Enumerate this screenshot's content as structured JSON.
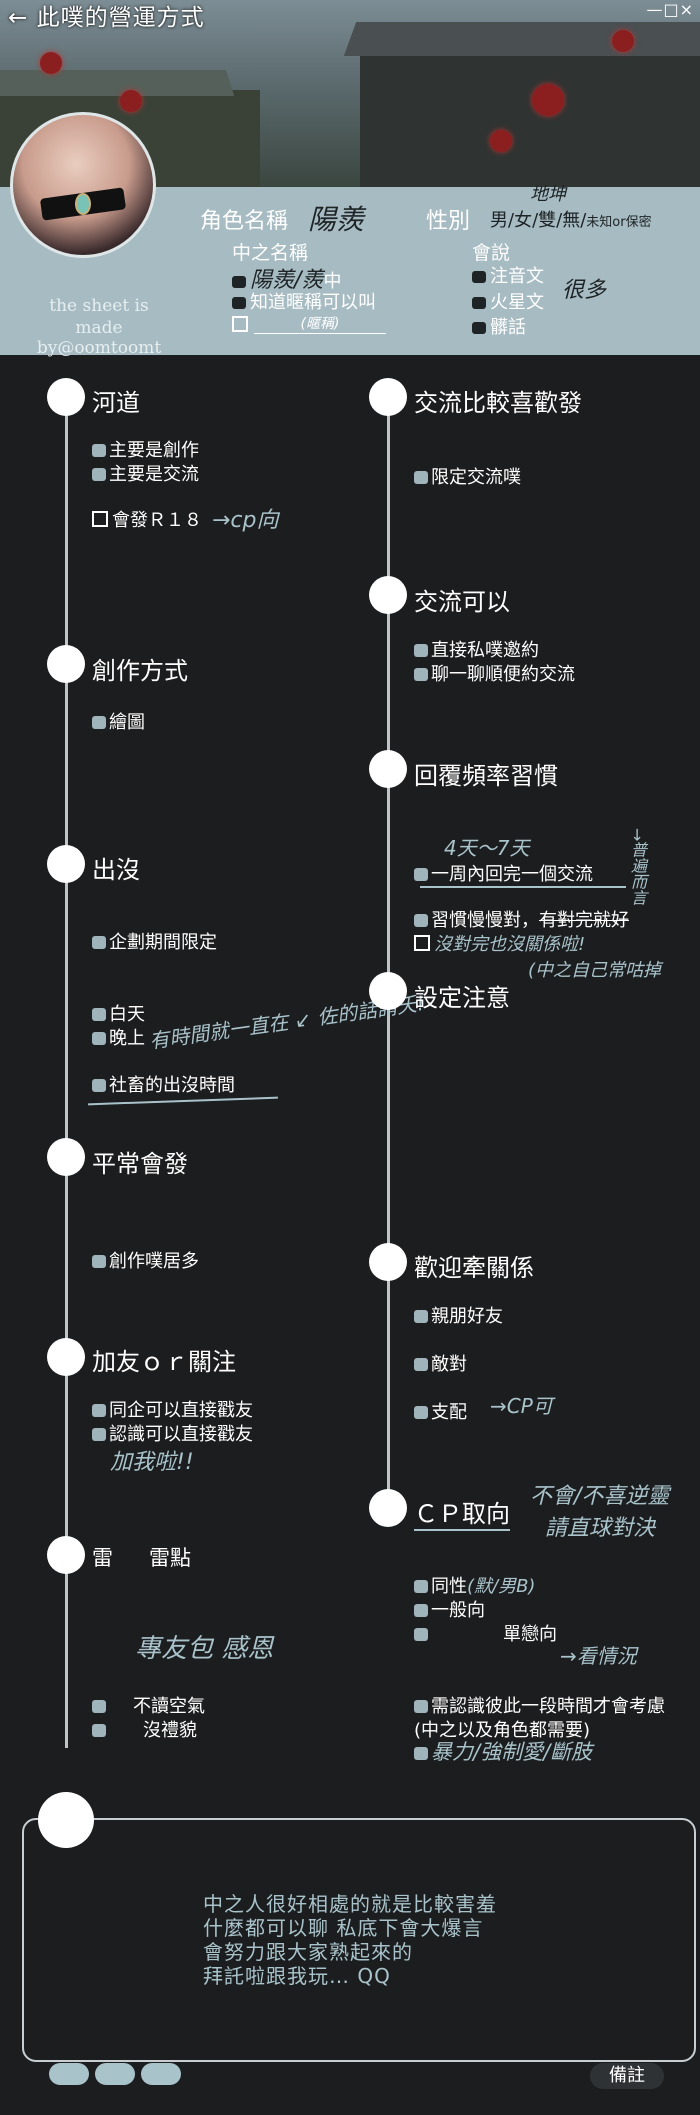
{
  "window": {
    "back_glyph": "←",
    "title": "此噗的營運方式",
    "controls": "—□×"
  },
  "profile": {
    "credit_line1": "the sheet is",
    "credit_line2": "made by@oomtoomt",
    "role_label": "角色名稱",
    "role_name_hand": "陽羨",
    "gender_label": "性別",
    "gender_options": "男/女/雙/無/",
    "gender_small": "未知or保密",
    "gender_hand": "地坤",
    "nick_label": "中之名稱",
    "nick_1_a": "陽羨/",
    "nick_1_b": "羨",
    "nick_1_c": "中",
    "nick_2": "知道暱稱可以叫",
    "nick_3_small": "(暱稱)",
    "lang_label": "會說",
    "lang_1": "注音文",
    "lang_2": "火星文",
    "lang_3": "髒話",
    "lang_hand": "很多"
  },
  "left": {
    "s1_title": "河道",
    "s1_i1": "主要是創作",
    "s1_i2": "主要是交流",
    "s1_i3": "會發Ｒ１８",
    "s1_note": "→cp向",
    "s2_title": "創作方式",
    "s2_i1": "繪圖",
    "s3_title": "出沒",
    "s3_i1": "企劃期間限定",
    "s3_i2": "白天",
    "s3_i3": "晚上",
    "s3_i4": "社畜的出沒時間",
    "s3_note": "有時間就一直在 ↙ 佐的話請夭!",
    "s4_title": "平常會發",
    "s4_i1": "創作噗居多",
    "s5_title": "加友ｏｒ關注",
    "s5_i1": "同企可以直接戳友",
    "s5_i2": "認識可以直接戳友",
    "s5_note": "加我啦!!",
    "s6_title_a": "雷",
    "s6_title_b": "雷點",
    "s6_note": "專友包 感恩",
    "s6_i1": "不讀空氣",
    "s6_i2": "沒禮貌"
  },
  "right": {
    "r1_title": "交流比較喜歡發",
    "r1_i1": "限定交流噗",
    "r2_title": "交流可以",
    "r2_i1": "直接私噗邀約",
    "r2_i2": "聊一聊順便約交流",
    "r3_title": "回覆頻率習慣",
    "r3_note1": "4天〜7天",
    "r3_note2": "→普遍而言",
    "r3_i1": "一周內回完一個交流",
    "r3_i2a": "習慣慢慢對，",
    "r3_i2b": "有對完就好",
    "r3_i3": "沒對完也沒關係啦!",
    "r3_note3": "(中之自己常咕掉",
    "r4_title": "設定注意",
    "r5_title": "歡迎牽關係",
    "r5_i1": "親朋好友",
    "r5_i2": "敵對",
    "r5_i3": "支配",
    "r5_note": "→CP可",
    "r6_title": "ＣＰ取向",
    "r6_note1": "不會/不喜逆靈",
    "r6_note2": "請直球對決",
    "r6_i1": "同性",
    "r6_i1_note": "(默/男B)",
    "r6_i2": "一般向",
    "r6_i3": "單戀向",
    "r6_i3_note": "→看情況",
    "r6_i4": "需認識彼此一段時間才會考慮",
    "r6_i5": "(中之以及角色都需要)",
    "r6_i6": "暴力/強制愛/斷肢"
  },
  "intro": {
    "line1": "中之人很好相處的就是比較害羞",
    "line2": "什麼都可以聊  私底下會大爆言",
    "line3": "會努力跟大家熟起來的",
    "line4": "拜託啦跟我玩… QQ"
  },
  "footer": {
    "memo": "備註"
  }
}
